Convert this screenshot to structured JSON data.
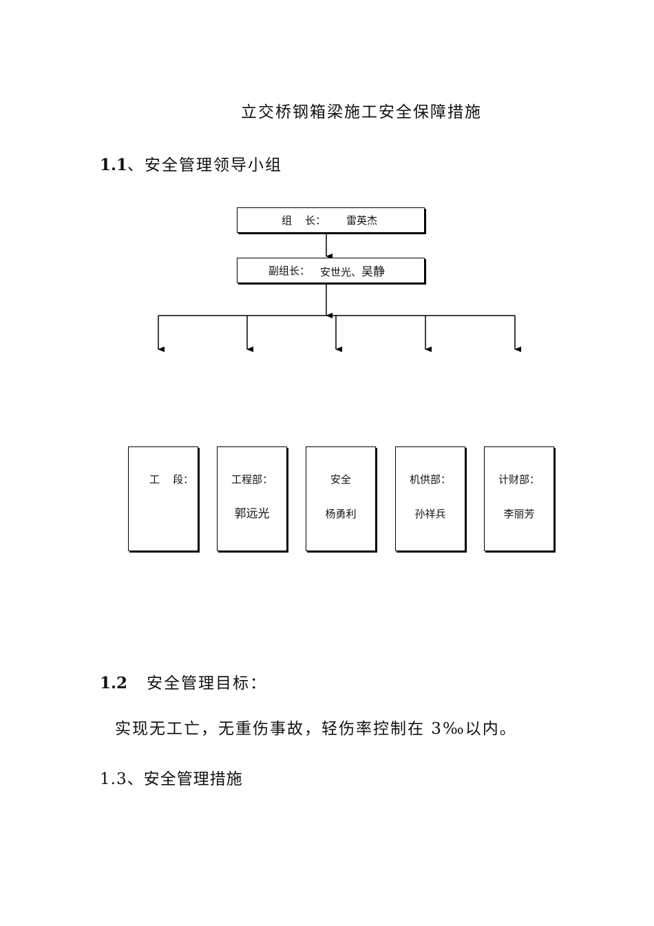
{
  "document": {
    "title": "立交桥钢箱梁施工安全保障措施",
    "section1": {
      "number": "1.1",
      "text": "、安全管理领导小组"
    },
    "org_chart": {
      "leader": {
        "label": "组    长：",
        "name": "雷英杰"
      },
      "deputy": {
        "label": "副组长：",
        "names": "安世光、",
        "names2": "吴静"
      },
      "departments": [
        {
          "label": "工    段：",
          "name": ""
        },
        {
          "label": "工程部：",
          "name": "郭远光"
        },
        {
          "label": "安全",
          "name": "杨勇利"
        },
        {
          "label": "机供部：",
          "name": "孙祥兵"
        },
        {
          "label": "计财部：",
          "name": "李丽芳"
        }
      ]
    },
    "section2": {
      "number": "1.2",
      "text": "安全管理目标："
    },
    "section2_body": "实现无工亡，无重伤事故，轻伤率控制在 3‰以内。",
    "section3": {
      "text": "1.3、安全管理措施"
    }
  }
}
